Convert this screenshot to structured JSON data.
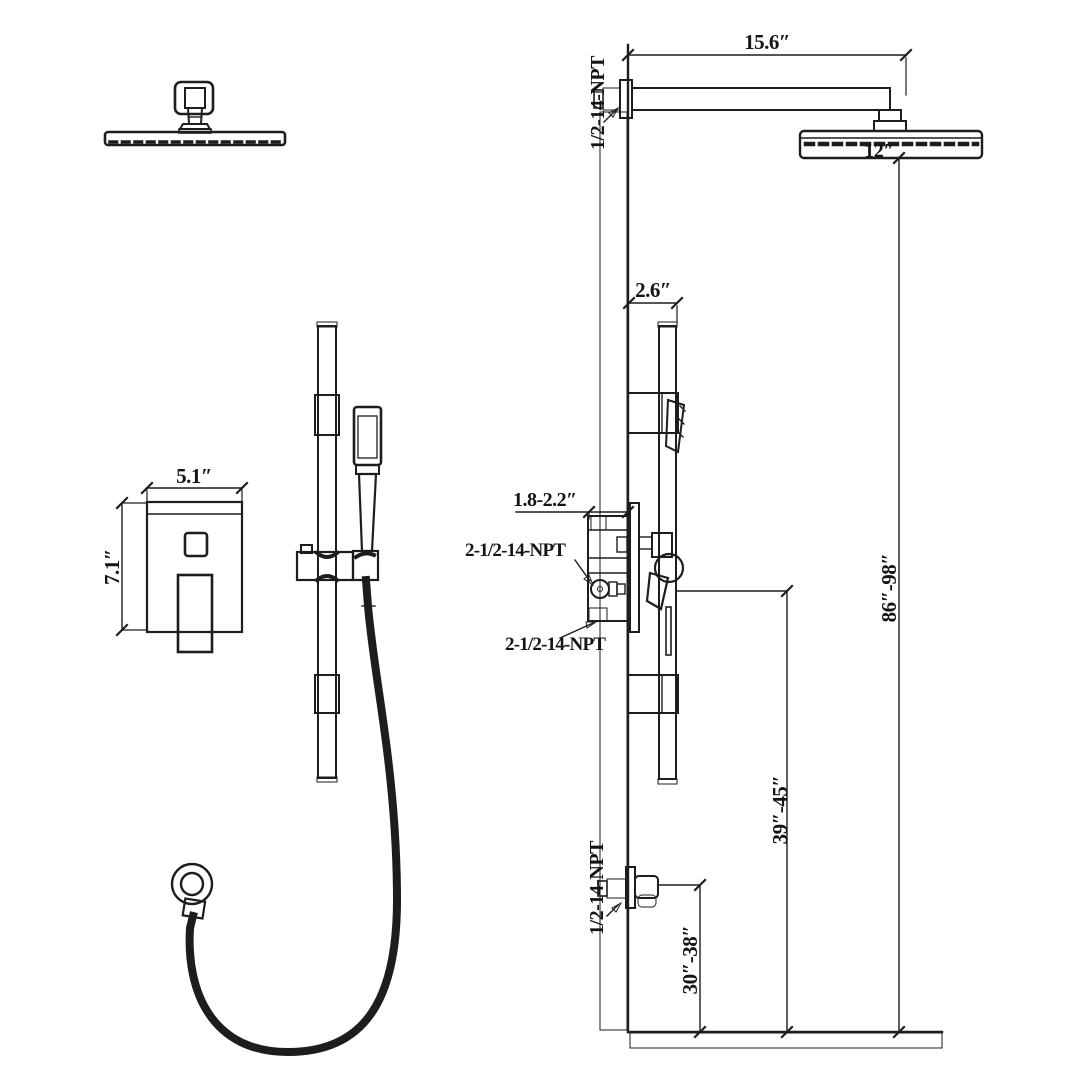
{
  "drawing": {
    "kind": "shower-system-installation-dimension-diagram",
    "units": "inches",
    "ink_color": "#1d1d1d",
    "background_color": "#ffffff"
  },
  "labels": {
    "arm_length": "15.6″",
    "arm_npt": "1/2-14-NPT",
    "head_width": "12″",
    "bar_offset": "2.6″",
    "valve_depth": "1.8-2.2″",
    "valve_npt_top": "2-1/2-14-NPT",
    "valve_npt_bottom": "2-1/2-14-NPT",
    "head_height": "86″-98″",
    "valve_height": "39″-45″",
    "outlet_height": "30″-38″",
    "outlet_npt": "1/2-14-NPT",
    "trim_width": "5.1″",
    "trim_height": "7.1″"
  }
}
